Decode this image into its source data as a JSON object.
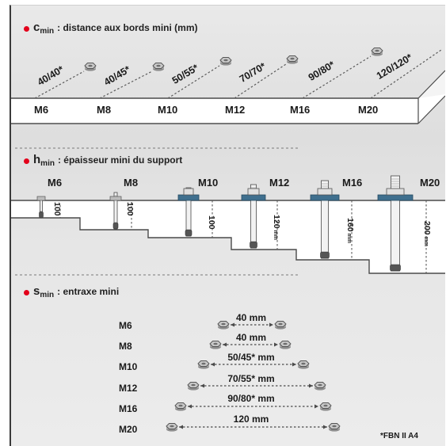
{
  "c_section": {
    "symbol": "c",
    "subscript": "min",
    "label": ": distance aux bords mini (mm)"
  },
  "c_sizes": [
    "M6",
    "M8",
    "M10",
    "M12",
    "M16",
    "M20"
  ],
  "c_values": [
    "40/40*",
    "40/45*",
    "50/55*",
    "70/70*",
    "90/80*",
    "120/120*"
  ],
  "h_section": {
    "symbol": "h",
    "subscript": "min",
    "label": ": épaisseur mini du support"
  },
  "h_sizes": [
    "M6",
    "M8",
    "M10",
    "M12",
    "M16",
    "M20"
  ],
  "h_values": [
    "100",
    "100",
    "100",
    "120",
    "160",
    "200"
  ],
  "h_unit": "mm",
  "s_section": {
    "symbol": "s",
    "subscript": "min",
    "label": ": entraxe mini"
  },
  "s_rows": [
    {
      "size": "M6",
      "value": "40 mm"
    },
    {
      "size": "M8",
      "value": "40 mm"
    },
    {
      "size": "M10",
      "value": "50/45* mm"
    },
    {
      "size": "M12",
      "value": "70/55* mm"
    },
    {
      "size": "M16",
      "value": "90/80* mm"
    },
    {
      "size": "M20",
      "value": "120 mm"
    }
  ],
  "footnote": "*FBN II A4",
  "colors": {
    "accent": "#e3001b",
    "nut": "#c8c8c8",
    "washer": "#3f6f8e"
  }
}
